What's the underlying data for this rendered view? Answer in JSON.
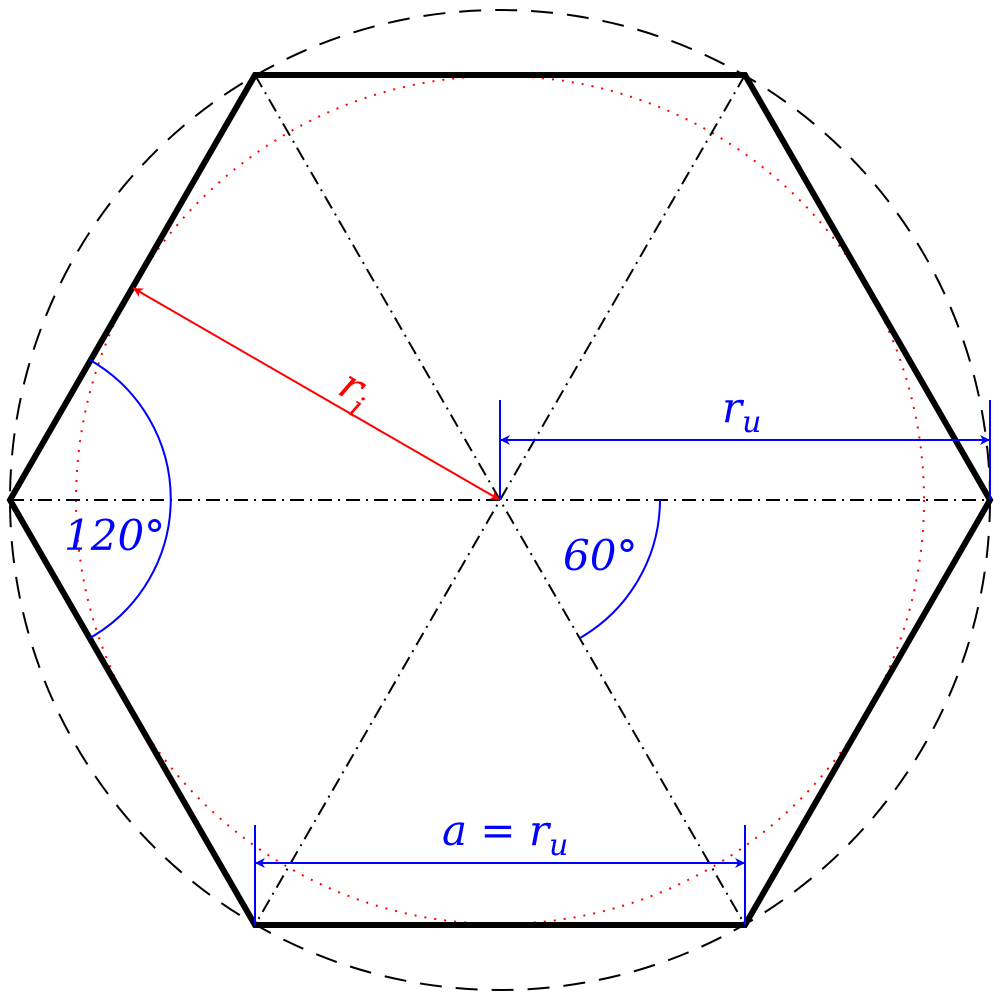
{
  "labels": {
    "inner_radius": {
      "main": "r",
      "sub": "i"
    },
    "outer_radius": {
      "main": "r",
      "sub": "u"
    },
    "side": {
      "prefix": "a = ",
      "main": "r",
      "sub": "u"
    },
    "interior_angle": "120°",
    "central_angle": "60°"
  },
  "colors": {
    "hexagon": "#000000",
    "construction": "#000000",
    "inner_radius": "#ff0000",
    "dimensions": "#0000ff",
    "background": "#ffffff"
  }
}
